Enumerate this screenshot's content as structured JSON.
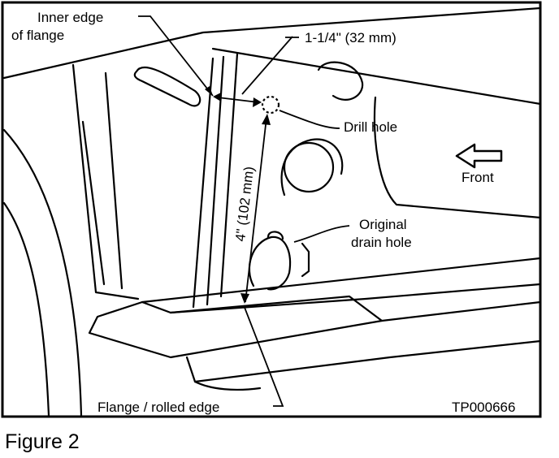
{
  "labels": {
    "inner_edge_line1": "Inner edge",
    "inner_edge_line2": "of flange",
    "offset_dimension": "1-1/4\" (32 mm)",
    "drill_hole": "Drill hole",
    "vertical_dimension": "4\" (102 mm)",
    "front": "Front",
    "original_line1": "Original",
    "original_line2": "drain hole",
    "flange_edge": "Flange / rolled edge",
    "part_code": "TP000666"
  },
  "caption": "Figure 2",
  "colors": {
    "ink": "#000000",
    "paper": "#ffffff"
  },
  "icons": [
    "front-direction-arrow-icon",
    "drill-hole-marker-icon"
  ]
}
